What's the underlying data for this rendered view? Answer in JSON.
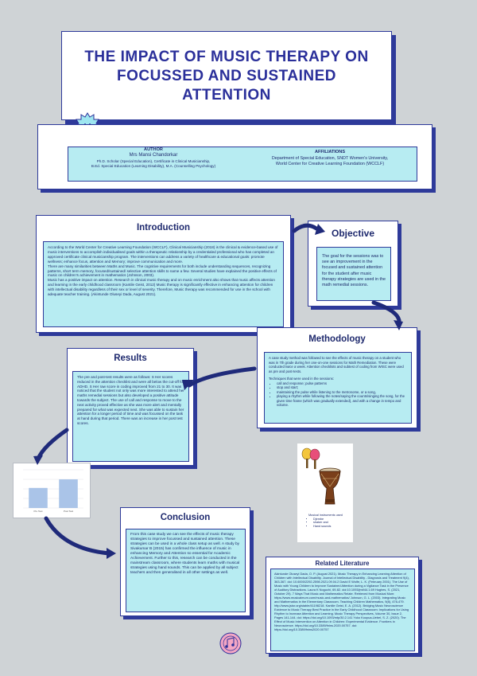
{
  "title": {
    "line1": "THE IMPACT OF MUSIC THERAPY ON",
    "line2": "FOCUSSED AND SUSTAINED",
    "line3": "ATTENTION"
  },
  "author": {
    "heading": "AUTHOR",
    "name": "Mrs Mansi Chandorkar",
    "cred1": "Ph.D. Scholar (Special Education),  Certificate in Clinical Musicianship,",
    "cred2": "B.Ed. Special Education (Learning Disability), M.A. (Counselling Psychology)"
  },
  "affiliations": {
    "heading": "AFFILIATIONS",
    "line1": "Department of Special Education, SNDT Women's University,",
    "line2": "World Center for Creative Learning Foundation (WCCLF)"
  },
  "introduction": {
    "title": "Introduction",
    "p1": "According to the World Center for Creative Learning Foundation (WCCLF), Clinical Musicianship (2018) is the clinical & evidence-based use of music interventions to accomplish individualised goals within a therapeutic relationship by a credentialed professional who has completed an approved certificate clinical musicianship program. The interventions can address a variety of healthcare & educational goals: promote wellness; enhance focus, attention and Memory; improve communication and more.",
    "p2": "There are many similarities between Maths and Music. The cognitive requirements for both include understanding sequences, recognizing patterns, short term memory, focused/sustained/ selective attention skills to name a few. Several studies have explained the positive effects of music on children's achievement in mathematics (Johnson, 2003).",
    "p3": "Music has a positive impact on attention. Research in clinical music therapy and on music enrichment also shows that music affects attention and learning in the early childhood classroom (Kantile Geist, 2012) Music therapy is significantly effective in enhancing attention for children with intellectual disability regardless of their sex or level of severity. Therefore, Music therapy was recommended for use in the school with adequate teacher training. (Akintunde Oluseyi Dada, August 2021)."
  },
  "objective": {
    "title": "Objective",
    "text": "The goal for the sessions was to see an improvement in the focused and sustained attention for the student after music therapy strategies are used in the math remedial sessions."
  },
  "methodology": {
    "title": "Methodology",
    "p1": "A case study method was followed to see the effects of music therapy on a student who was in 7th grade during her one-on-one sessions for Math Remediation. These were conducted twice a week. Attention checklists and subtest of coding from WISC were used as pre and post-tests.",
    "p2": "Techniques that were used in the sessions:",
    "items": [
      "call and response; pulse patterns",
      "stop and start;",
      "maintaining the pulse while listening to the metronome, or a song,",
      "playing a rhythm while following the notes/saying the counts/singing the song, for the given time frame (which was gradually extended), and with a change in tempo and volume."
    ]
  },
  "results": {
    "title": "Results",
    "text": "The pre and post-test results were as follows: S Her scores reduced in the attention checklist and were all below the cut-off for ADHD. S Her raw score in coding improved from 21 to 30. It was noticed that the student not only was more interested to attend her maths remedial sessions but also developed a positive attitude towards the subject. The use of call and response to move to the next activity proved effective as she was more alert and mentally prepared for what was expected next. She was able to sustain her attention for a longer period of time and was focussed on the task at hand during that period. There was an increase in her post test scores."
  },
  "chart_data": {
    "type": "bar",
    "categories": [
      "Pre Test",
      "Post Test"
    ],
    "values": [
      21,
      30
    ],
    "ylim": [
      0,
      40
    ],
    "grid": true,
    "bar_color": "#aac4e8"
  },
  "instruments": {
    "caption": "Musical instruments used",
    "items": [
      "Djembe",
      "shaker and",
      "Hand sounds"
    ]
  },
  "conclusion": {
    "title": "Conclusion",
    "text": "From this case study we can see the effects of music therapy strategies to improve focussed and sustained attention. These strategies can be used in a whole class setup as well. A study by Sivakumar B (2015) has confirmed the influence of music in enhancing Memory and Attention so essential for Academic Achievement. Further to this, research can be conducted in the mainstream classroom, where students learn maths with musical strategies using hand sounds. This can be applied by all subject teachers and then generalised in all other settings as well."
  },
  "literature": {
    "title": "Related Literature",
    "text": "Akintunde Oluseyi Dada, O. P. (August 2021). Music Therapy in Enhancing Learning Attention of Children with Intellectual Disability. Journal of Intellectual Disability - Diagnosis and Treatment 9(4), 363-367. doi: 10.6000/2292-2598.2021.09.04.2 David E Wolfe, L. K. (February 2001). The Use of Music with Young Children to Improve Sustained Attention during a Vigilance Task in the Presence of Auditory Distractions. Laura K Noguchi, 69-82. doi:10.1093/jmt/44.1.69 Hughes, S. (2021, October 29). 7 Ways That Music and Mathematics Relate. Retrieved from Musical Mum: https://www.musicalmum.com/music-and-mathematics/ Johnson, G. L. (2003). Integrating Music and Mathematics in the Elementary Classroom. Teaching Children Mathematics, 9(8), 476-479. http://www.jstor.org/stable/41198218. Kantile Geist, E. A. (2012). Bridging Music Neuroscience Evidence to Music Therapy Best Practice in the Early Childhood Classroom: Implications for Using Rhythm to Increase Attention and Learning. Music Therapy Perspectives, Volume 30, Issue 2, Pages 141-144. doi: https://doi.org/10.1093/mtp/30.2.141 Yuko Koopua-Uebel, S. Z. (2020). The Effect of Music Intervention on Attention in Children: Experimental Evidence. Frontiers in Neuroscience. https://doi.org/10.3389/fnins.2020.00757. doi: https://doi.org/10.3389/fnins2020.00757"
  }
}
